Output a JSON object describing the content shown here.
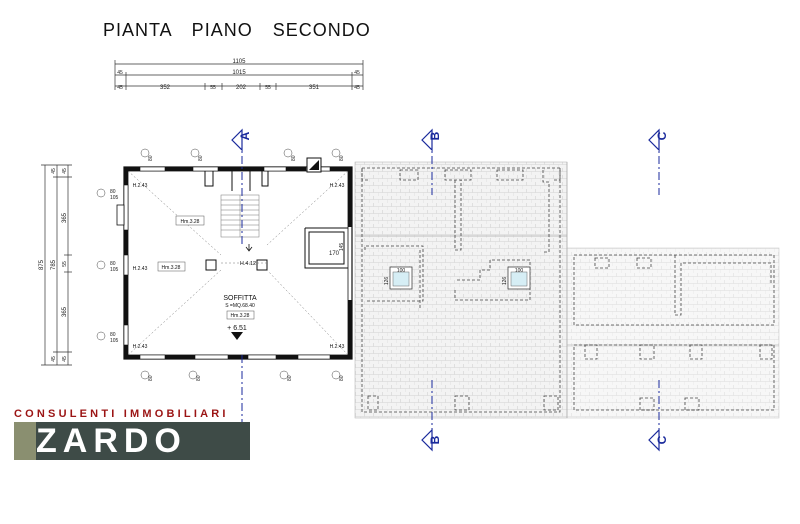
{
  "title": "PIANTA   PIANO   SECONDO",
  "dims": {
    "total": "1105",
    "inner": "1015",
    "edge": "45",
    "parts": [
      "352",
      "55",
      "202",
      "55",
      "351"
    ],
    "vert_total": "875",
    "vert_inner": "785",
    "vert_part_a": "365",
    "vert_part_b": "55",
    "vert_part_c": "365",
    "win_w": "80",
    "win_h": "105",
    "stair_dim": "170",
    "stair_dim2": "145"
  },
  "sections": {
    "a": "A",
    "b": "B",
    "c": "C"
  },
  "room": {
    "name": "SOFFITTA",
    "area": "S =MQ.68.40",
    "hm": "Hm.3.28",
    "plus": "+ 6.51",
    "h_center": "H.4.12",
    "h_corner": "H.2.43",
    "hm_left": "Hm.3.28",
    "hm_top": "Hm.3.28"
  },
  "roof_windows": {
    "w": "100",
    "h": "126"
  },
  "logo": {
    "tagline": "CONSULENTI IMMOBILIARI",
    "name": "ZARDO",
    "colors": {
      "red": "#9b1414",
      "dark": "#3e4b47",
      "olive": "#8a8f70"
    }
  },
  "colors": {
    "section_line": "#1a2a9c",
    "wall": "#111111",
    "roof_hatch": "#c8c8c8"
  }
}
